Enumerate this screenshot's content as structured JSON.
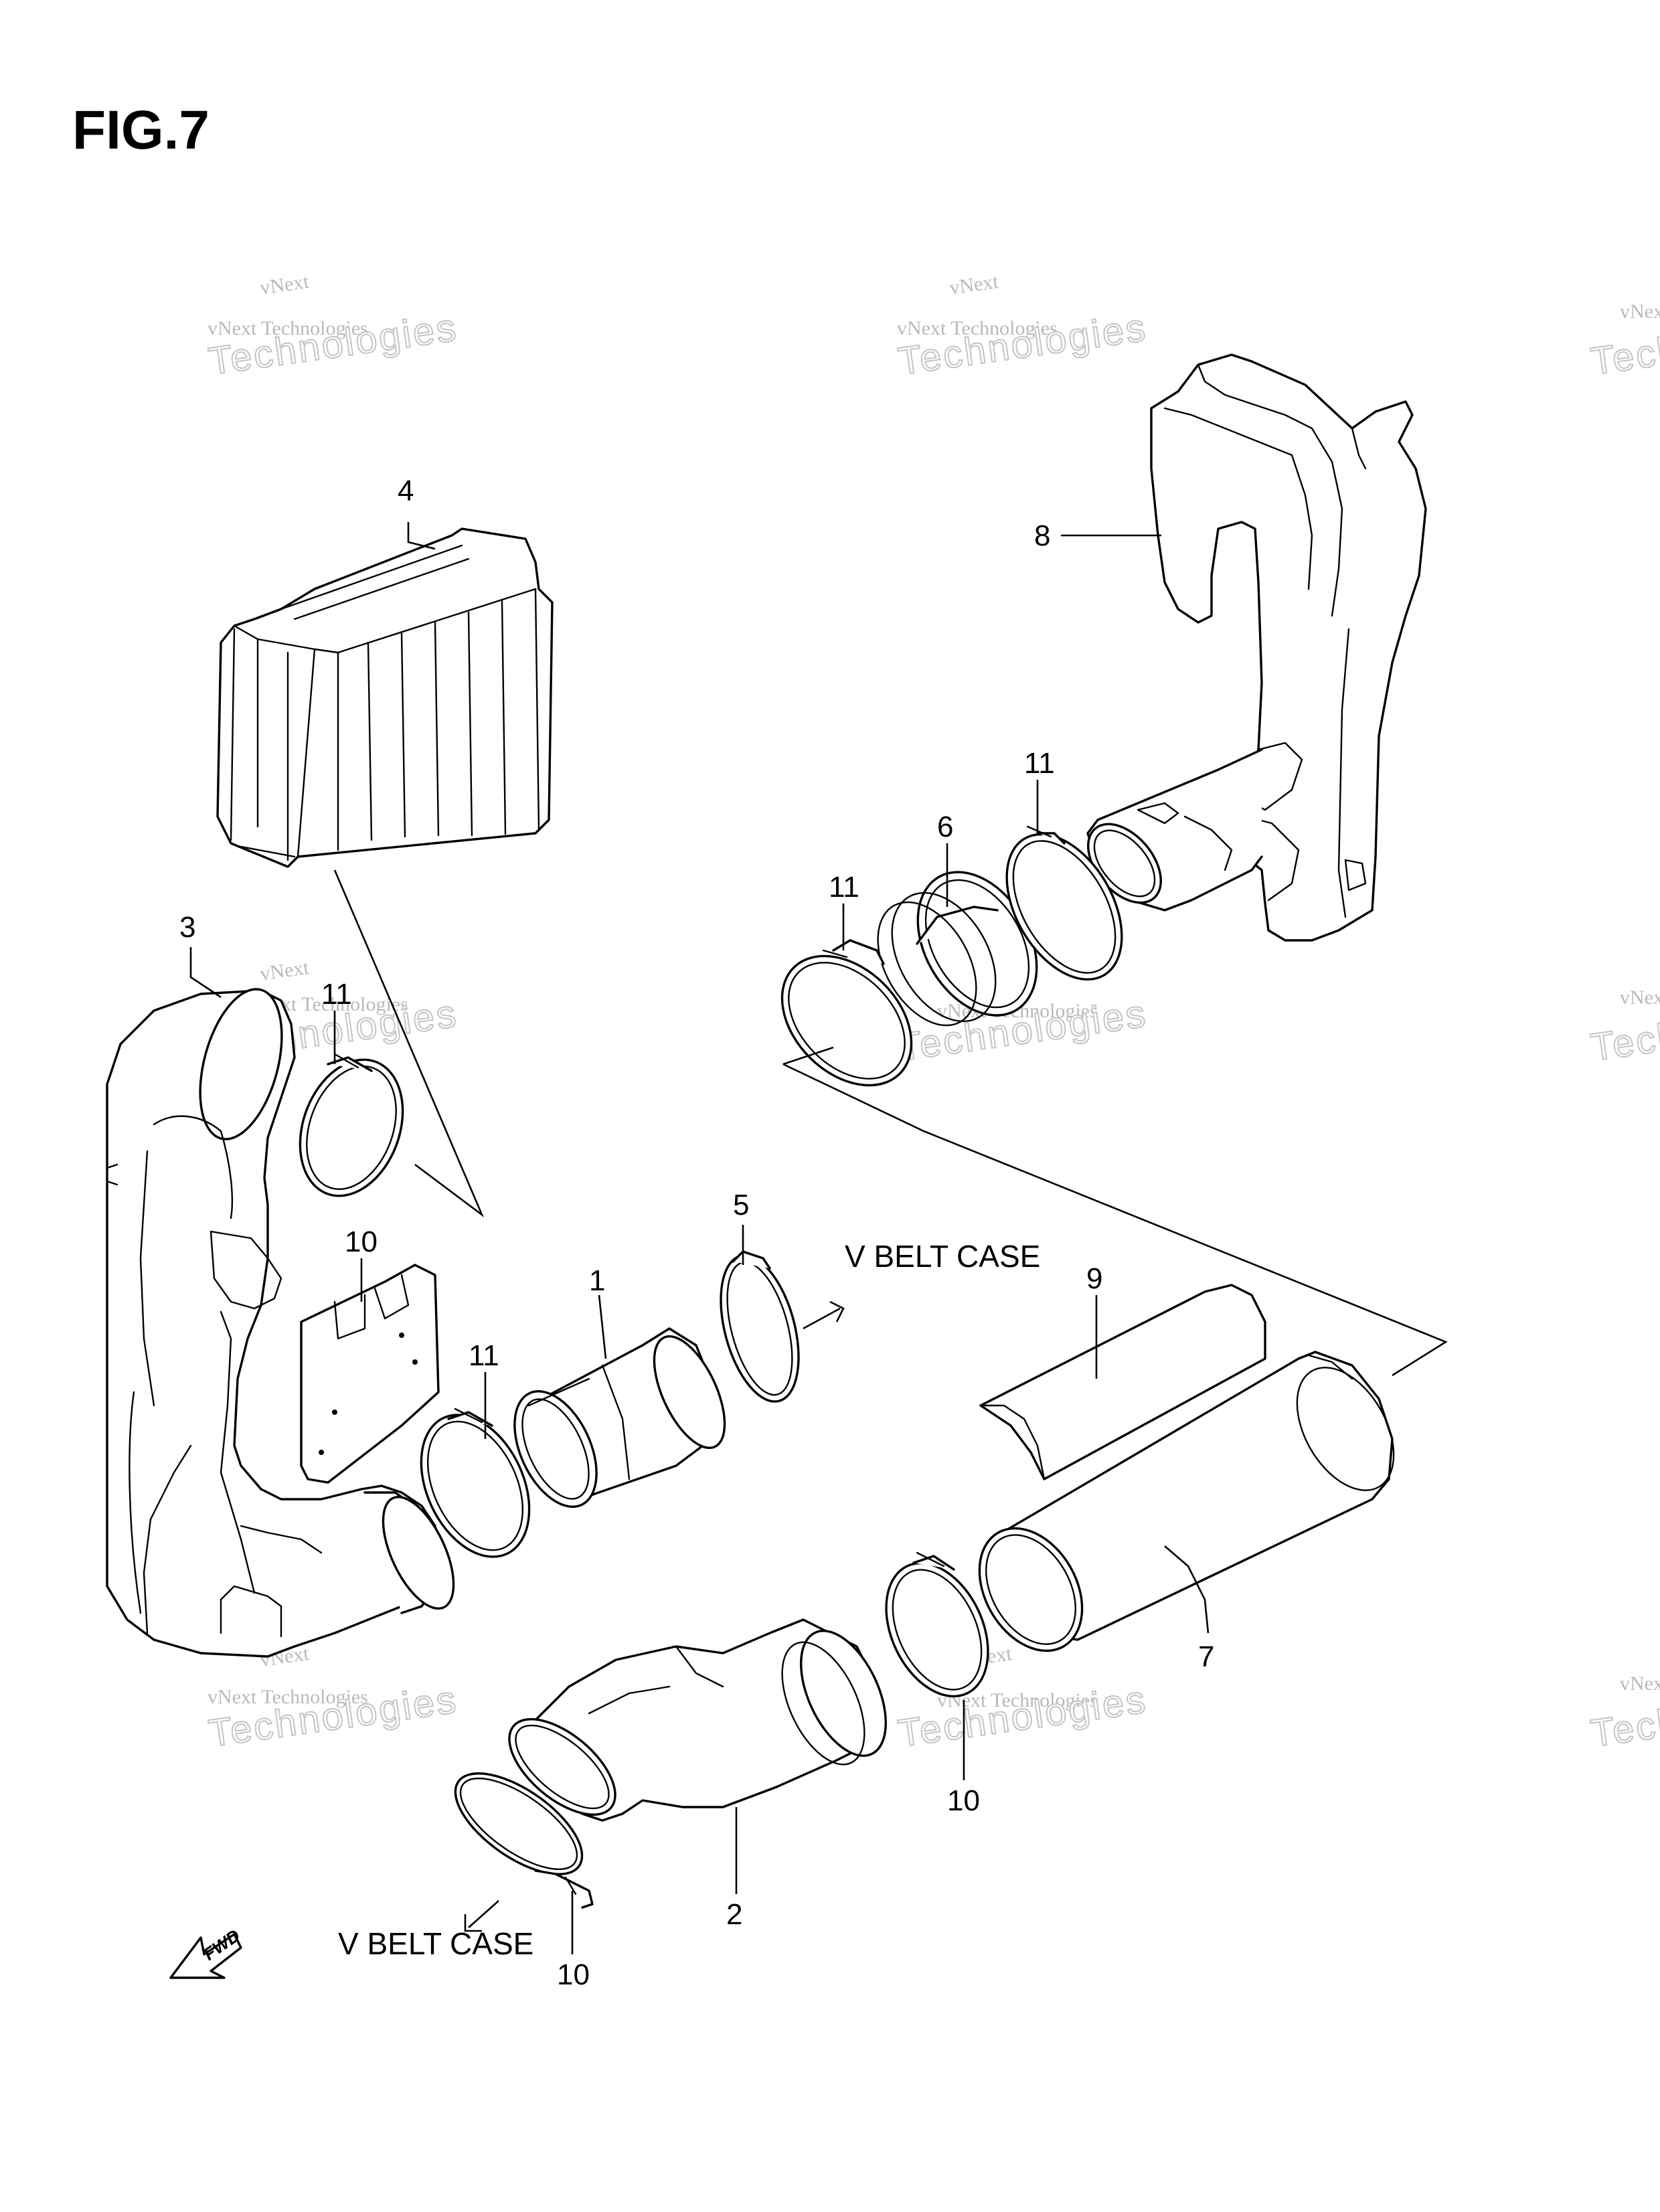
{
  "figure": {
    "title": "FIG.7"
  },
  "callouts": {
    "c1": "1",
    "c2": "2",
    "c3": "3",
    "c4": "4",
    "c5": "5",
    "c6": "6",
    "c7": "7",
    "c8": "8",
    "c9": "9",
    "c10a": "10",
    "c10b": "10",
    "c10c": "10",
    "c11a": "11",
    "c11b": "11",
    "c11c": "11",
    "c11d": "11"
  },
  "annotations": {
    "v_belt_case_upper": "V BELT CASE",
    "v_belt_case_lower": "V BELT CASE"
  },
  "fwd_arrow": {
    "label": "FWD"
  },
  "watermark": {
    "line_small": "vNext Technologies",
    "line_big": "Technologies",
    "line_top": "vNext"
  },
  "colors": {
    "ink": "#000000",
    "watermark": "#bbbbbb",
    "background": "#ffffff"
  }
}
